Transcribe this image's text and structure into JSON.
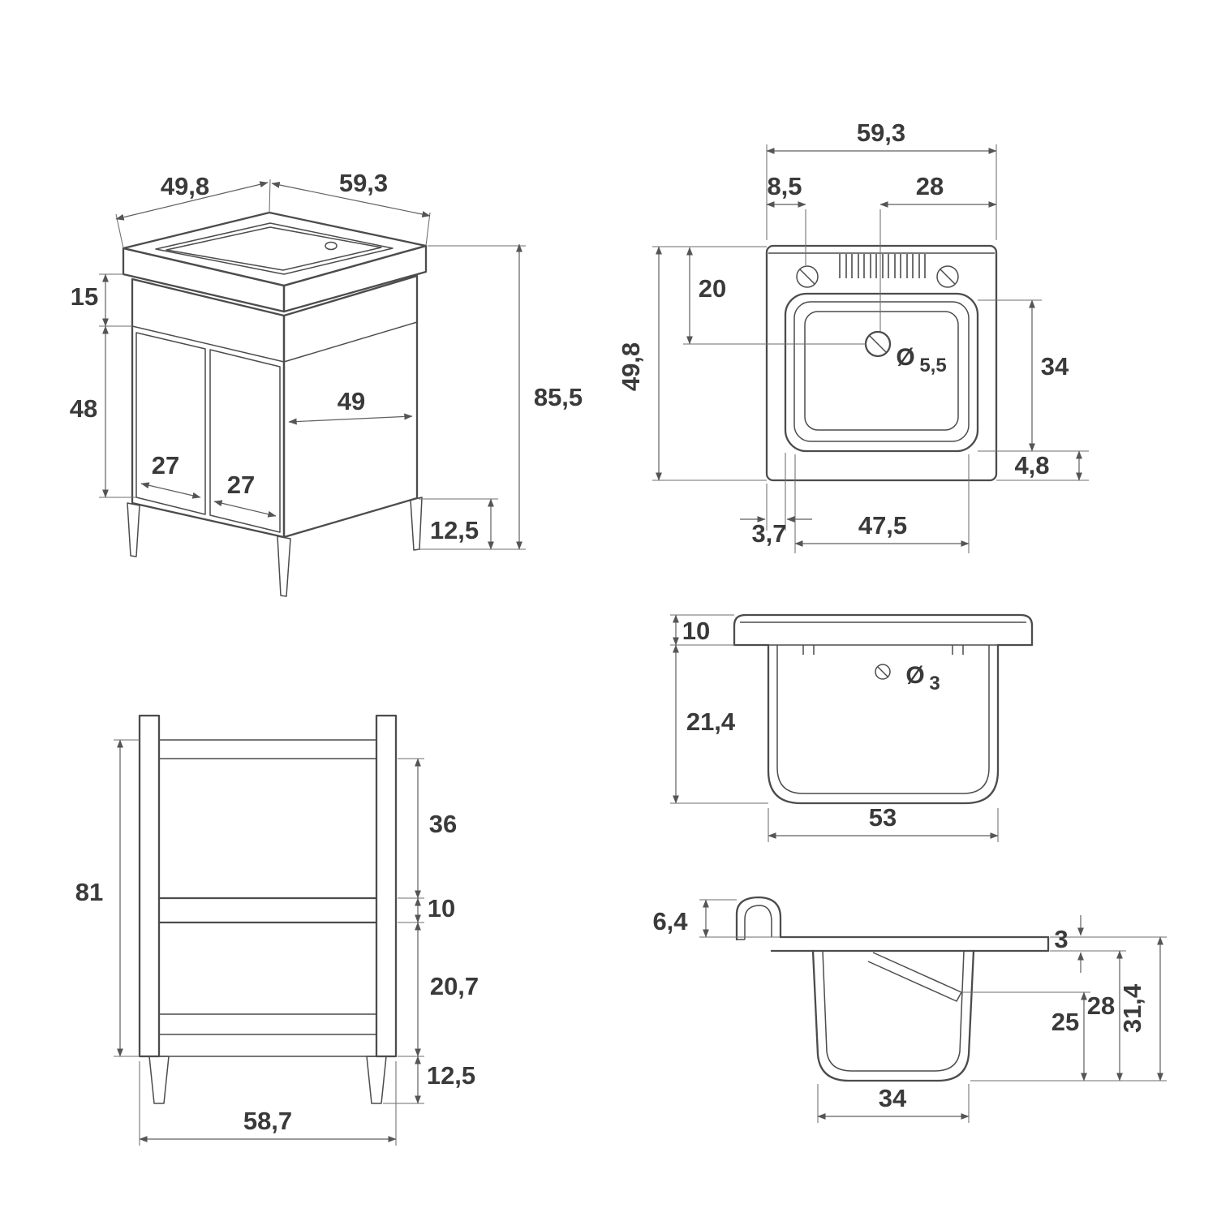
{
  "drawing": {
    "background": "#ffffff",
    "line_color": "#4c4c4c",
    "dim_line_color": "#5f5f5f",
    "text_color": "#3a3a3a"
  },
  "views": {
    "isometric": {
      "title": "cabinet-with-washbasin-isometric",
      "dims": {
        "top_depth": "49,8",
        "top_width": "59,3",
        "apron_height": "15",
        "door_height": "48",
        "left_door_width": "27",
        "right_door_width": "27",
        "side_width": "49",
        "total_height": "85,5",
        "leg_height": "12,5"
      }
    },
    "plan": {
      "title": "washbasin-top-view",
      "dims": {
        "overall_width": "59,3",
        "tap_hole_offset": "8,5",
        "drain_to_edge": "28",
        "back_to_drain": "20",
        "overall_depth": "49,8",
        "basin_depth": "34",
        "drain_diameter_symbol": "Ø",
        "drain_diameter": "5,5",
        "front_rim": "4,8",
        "side_rim": "3,7",
        "basin_width": "47,5"
      }
    },
    "carcass": {
      "title": "cabinet-frame-front-view",
      "dims": {
        "frame_height": "81",
        "upper_section": "36",
        "shelf_thickness": "10",
        "lower_section": "20,7",
        "leg_height": "12,5",
        "frame_width": "58,7"
      }
    },
    "basin_front": {
      "title": "basin-front-section",
      "dims": {
        "rim_height": "10",
        "bowl_depth": "21,4",
        "overflow_diameter_symbol": "Ø",
        "overflow_diameter": "3",
        "bowl_width": "53"
      }
    },
    "basin_side": {
      "title": "basin-side-section",
      "dims": {
        "front_lip": "6,4",
        "rim_thickness": "3",
        "overall_depth": "31,4",
        "bowl_outer_depth": "28",
        "bowl_inner_depth": "25",
        "bowl_bottom_width": "34"
      }
    }
  }
}
